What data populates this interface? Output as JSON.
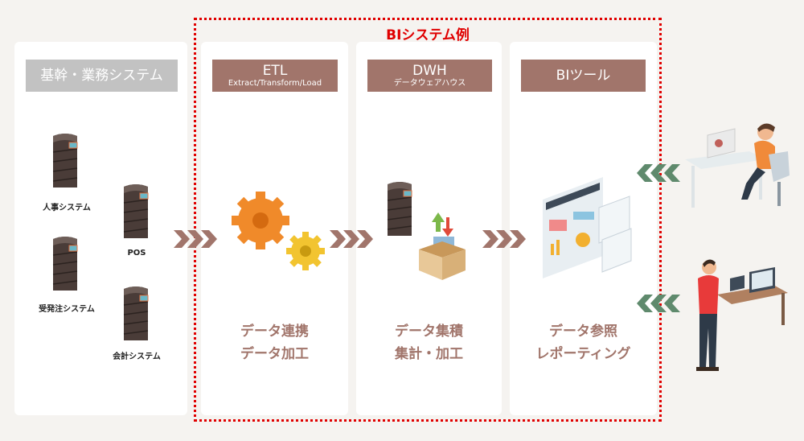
{
  "title": "BIシステム例",
  "columns": {
    "source": {
      "title": "基幹・業務システム",
      "systems": [
        "人事システム",
        "POS",
        "受発注システム",
        "会計システム"
      ]
    },
    "etl": {
      "title": "ETL",
      "subtitle": "Extract/Transform/Load",
      "desc": [
        "データ連携",
        "データ加工"
      ]
    },
    "dwh": {
      "title": "DWH",
      "subtitle": "データウェアハウス",
      "desc": [
        "データ集積",
        "集計・加工"
      ]
    },
    "bi": {
      "title": "BIツール",
      "desc": [
        "データ参照",
        "レポーティング"
      ]
    }
  },
  "colors": {
    "accent": "#a1756b",
    "red": "#e00000",
    "green": "#5f8a6d",
    "grey": "#c2c2c2"
  }
}
